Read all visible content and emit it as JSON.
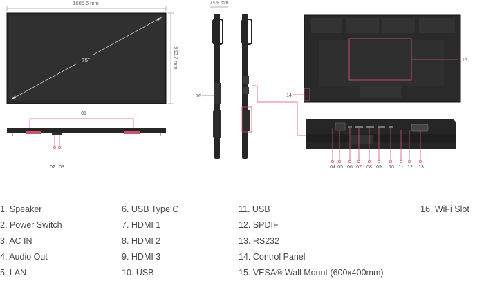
{
  "dimensions": {
    "width": "1685.6 mm",
    "height": "963.7 mm",
    "depth": "74.6 mm",
    "screen_size": "75\""
  },
  "callouts": [
    "01",
    "02",
    "03",
    "04",
    "05",
    "06",
    "07",
    "08",
    "09",
    "10",
    "11",
    "12",
    "13",
    "14",
    "15",
    "16"
  ],
  "legend": {
    "col1": [
      "1. Speaker",
      "2. Power Switch",
      "3. AC IN",
      "4. Audio Out",
      "5. LAN"
    ],
    "col2": [
      "6. USB Type C",
      "7. HDMI 1",
      "8. HDMI 2",
      "9. HDMI 3",
      "10. USB"
    ],
    "col3": [
      "11. USB",
      "12. SPDIF",
      "13. RS232",
      "14. Control Panel",
      "15. VESA® Wall Mount (600x400mm)"
    ],
    "col4": [
      "16. WiFi Slot"
    ]
  },
  "colors": {
    "accent": "#d4536a",
    "panel": "#262626",
    "dim_line": "#888888",
    "label": "#555555"
  }
}
